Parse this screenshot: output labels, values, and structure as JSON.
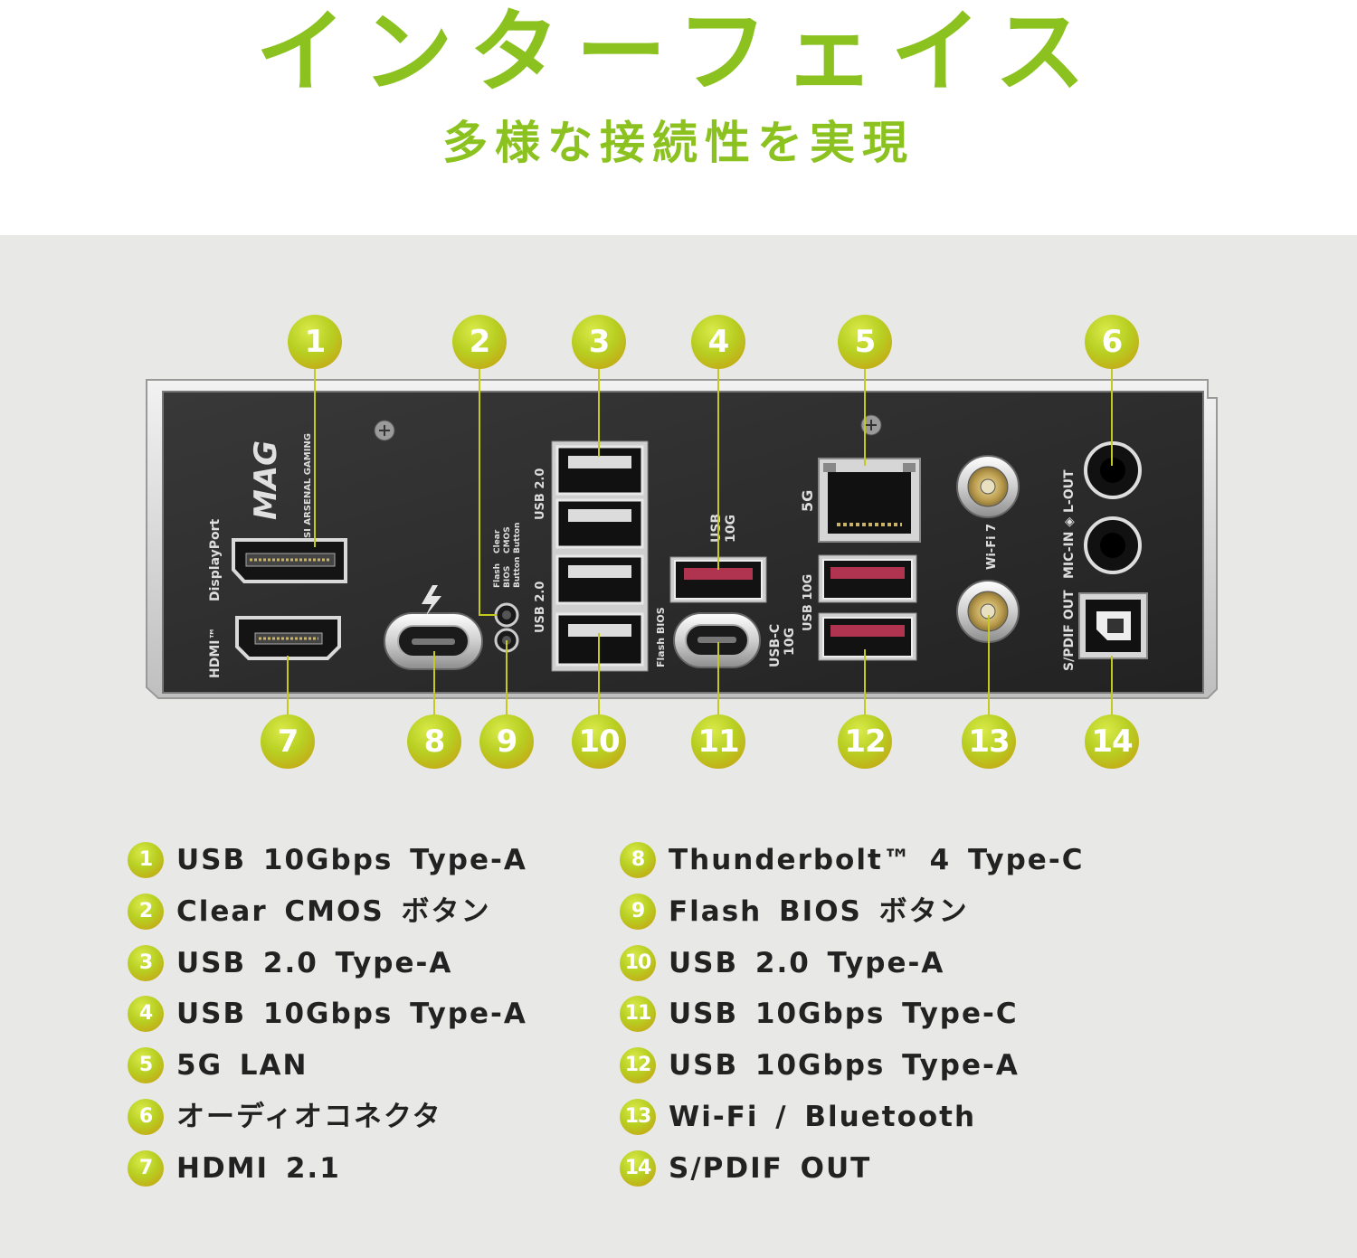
{
  "header": {
    "title": "インターフェイス",
    "subtitle": "多様な接続性を実現"
  },
  "panel_labels": {
    "displayport": "DisplayPort",
    "hdmi": "HDMI™",
    "brand_logo": "MAG",
    "brand_sub": "MSI ARSENAL GAMING",
    "usb20_top": "USB 2.0",
    "usb20_bottom": "USB 2.0",
    "flash_bios_label": "Flash BIOS",
    "clear_cmos_btn_a": "Clear",
    "clear_cmos_btn_b": "CMOS",
    "clear_cmos_btn_c": "Button",
    "flash_btn_a": "Flash",
    "flash_btn_b": "BIOS",
    "flash_btn_c": "Button",
    "usb10g_label_a": "USB",
    "usb10g_label_b": "10G",
    "usbc_label_a": "USB-C",
    "usbc_label_b": "10G",
    "lan_label": "5G",
    "usb10g_right": "USB 10G",
    "wifi_label": "Wi-Fi 7",
    "audio_label": "MIC-IN ◈ L-OUT",
    "spdif_label": "S/PDIF OUT"
  },
  "callouts_top": [
    "1",
    "2",
    "3",
    "4",
    "5",
    "6"
  ],
  "callouts_bottom": [
    "7",
    "8",
    "9",
    "10",
    "11",
    "12",
    "13",
    "14"
  ],
  "legend_left": [
    {
      "num": "1",
      "text": "USB 10Gbps Type-A"
    },
    {
      "num": "2",
      "text": "Clear CMOS ボタン"
    },
    {
      "num": "3",
      "text": "USB 2.0 Type-A"
    },
    {
      "num": "4",
      "text": "USB 10Gbps Type-A"
    },
    {
      "num": "5",
      "text": "5G LAN"
    },
    {
      "num": "6",
      "text": "オーディオコネクタ"
    },
    {
      "num": "7",
      "text": "HDMI 2.1"
    }
  ],
  "legend_right": [
    {
      "num": "8",
      "text": "Thunderbolt™ 4 Type-C"
    },
    {
      "num": "9",
      "text": "Flash BIOS ボタン"
    },
    {
      "num": "10",
      "text": "USB 2.0 Type-A"
    },
    {
      "num": "11",
      "text": "USB 10Gbps Type-C"
    },
    {
      "num": "12",
      "text": "USB 10Gbps Type-A"
    },
    {
      "num": "13",
      "text": "Wi-Fi / Bluetooth"
    },
    {
      "num": "14",
      "text": "S/PDIF OUT"
    }
  ],
  "colors": {
    "accent_green": "#8cc21f",
    "badge_green": "#b8cf22",
    "badge_gold": "#c99a12",
    "panel_dark": "#2b2b2b",
    "usb_red": "#b0334f",
    "background_grey": "#e8e8e7"
  }
}
